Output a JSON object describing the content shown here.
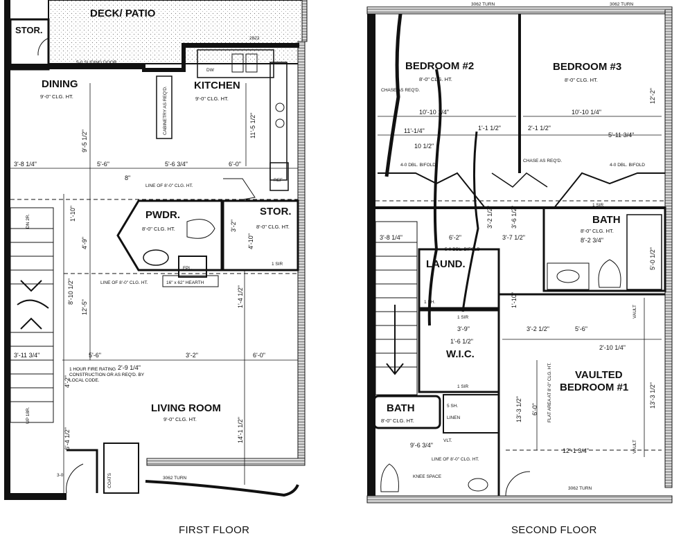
{
  "captions": {
    "first_floor": "FIRST FLOOR",
    "second_floor": "SECOND FLOOR"
  },
  "first_floor": {
    "rooms": {
      "deck": "DECK/ PATIO",
      "stor_top": "STOR.",
      "dining": "DINING",
      "dining_ht": "9'-0\" CLG. HT.",
      "kitchen": "KITCHEN",
      "kitchen_ht": "9'-0\" CLG. HT.",
      "pwdr": "PWDR.",
      "pwdr_ht": "8'-0\" CLG. HT.",
      "stor_mid": "STOR.",
      "stor_mid_ht": "8'-0\" CLG. HT.",
      "living": "LIVING ROOM",
      "living_ht": "9'-0\" CLG. HT."
    },
    "notes": {
      "sliding_door": "5-0 SLIDING DOOR",
      "cabinetry": "CABINETRY AS REQ'D.",
      "line8": "LINE OF 8'-0\" CLG. HT.",
      "line8b": "LINE OF 8'-0\" CLG. HT.",
      "fpl": "FPL.",
      "hearth": "16\" x 62\" HEARTH",
      "fire_rating": "1 HOUR FIRE RATING CONSTRUCTION OR AS REQ'D. BY LOCAL CODE.",
      "dw": "DW",
      "ref": "REF",
      "coats": "COATS",
      "sir": "1 SIR",
      "door_3062": "3062 TURN",
      "d30": "3-0",
      "d22": "2822",
      "up": "UP 18R.",
      "dn": "DN 2R."
    },
    "dims": {
      "d1": "3'-8 1/4\"",
      "d2": "5'-6\"",
      "d3": "5'-6 3/4\"",
      "d4": "6'-0\"",
      "d5": "9'-5 1/2\"",
      "d6": "11'-5 1/2\"",
      "d7": "8\"",
      "d8": "1'-10\"",
      "d9": "4'-9\"",
      "d10": "3'-2\"",
      "d11": "4'-10\"",
      "d12": "8'-10 1/2\"",
      "d13": "12'-5\"",
      "d14": "1'-4 1/2\"",
      "d15": "5'-6\"",
      "d16": "2'-9 1/4\"",
      "d17": "3'-2\"",
      "d18": "6'-0\"",
      "d19": "3'-11 3/4\"",
      "d20": "4'-2\"",
      "d21": "14'-1 1/2\"",
      "d22": "6'-4 1/2\""
    }
  },
  "second_floor": {
    "rooms": {
      "bed2": "BEDROOM #2",
      "bed2_ht": "8'-0\" CLG. HT.",
      "bed3": "BEDROOM #3",
      "bed3_ht": "8'-0\" CLG. HT.",
      "bath_top": "BATH",
      "bath_top_ht": "8'-0\" CLG. HT.",
      "laund": "LAUND.",
      "wic": "W.I.C.",
      "bath_bot": "BATH",
      "bath_bot_ht": "8'-0\" CLG. HT.",
      "vaulted": "VAULTED",
      "bed1": "BEDROOM #1"
    },
    "notes": {
      "chase1": "CHASE AS REQ'D.",
      "chase2": "CHASE AS REQ'D.",
      "bifold1": "4-0 DBL. BIFOLD",
      "bifold2": "4-0 DBL. BIFOLD",
      "bifold3": "5-0 DBL. BIFOLD",
      "linen": "LINEN",
      "sh5": "5 SH.",
      "sh1": "1 SH.",
      "sir_a": "1 SIR",
      "sir_b": "1 SIR",
      "sir_c": "1 SIR",
      "flat": "FLAT AREA AT 8'-0\" CLG. HT.",
      "vault1": "VAULT",
      "vault2": "VAULT",
      "line8": "LINE OF 8'-0\" CLG. HT.",
      "knee": "KNEE SPACE",
      "vlt": "VLT.",
      "door_3062a": "3062 TURN",
      "door_3062b": "3062 TURN",
      "door_3062c": "3062 TURN"
    },
    "dims": {
      "d1": "10'-10 1/4\"",
      "d2": "10'-10 1/4\"",
      "d3": "11'-1/4\"",
      "d4": "1'-1 1/2\"",
      "d5": "2'-1 1/2\"",
      "d6": "5'-11 3/4\"",
      "d7": "10 1/2\"",
      "d8": "12'-2\"",
      "d9": "3'-8 1/4\"",
      "d10": "6'-2\"",
      "d11": "3'-7 1/2\"",
      "d12": "8'-2 3/4\"",
      "d13": "5'-0 1/2\"",
      "d14": "3'-9\"",
      "d15": "1'-6 1/2\"",
      "d16": "3'-2 1/2\"",
      "d17": "5'-6\"",
      "d18": "2'-10 1/4\"",
      "d19": "13'-3 1/2\"",
      "d20": "13'-3 1/2\"",
      "d21": "6'-0\"",
      "d22": "9'-6 3/4\"",
      "d23": "12'-1 3/4\"",
      "d24": "1'-10\"",
      "d25": "3'-6 1/2\"",
      "d26": "3'-2 1/2\""
    }
  }
}
